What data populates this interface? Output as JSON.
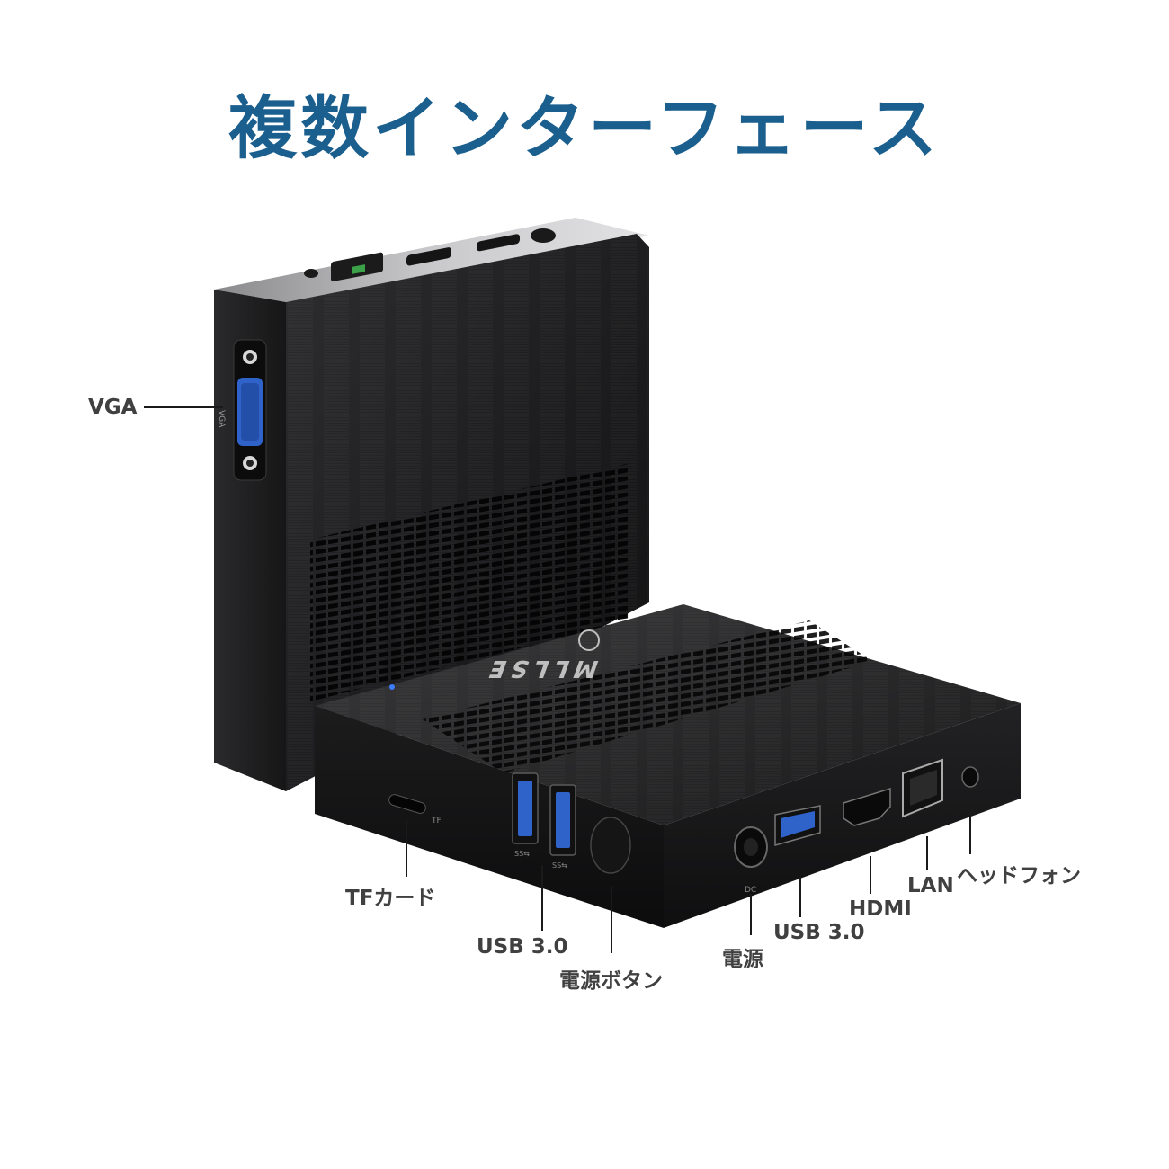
{
  "title": "複数インターフェース",
  "colors": {
    "title": "#1a5f8e",
    "label": "#404040",
    "device_body": "#1d1d1f",
    "port_blue": "#2f63c9"
  },
  "labels": {
    "vga": "VGA",
    "tf_card": "TFカード",
    "usb_left": "USB 3.0",
    "power_button": "電源ボタン",
    "power": "電源",
    "usb_right": "USB 3.0",
    "hdmi": "HDMI",
    "lan": "LAN",
    "headphone": "ヘッドフォン"
  },
  "device": {
    "brand": "MLLSE",
    "port_marks": {
      "vga": "VGA",
      "tf": "TF",
      "usb": "SS⇆",
      "dc": "DC"
    }
  }
}
